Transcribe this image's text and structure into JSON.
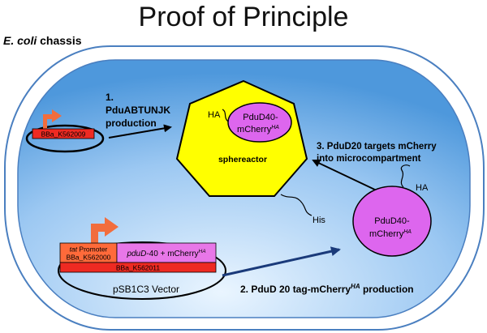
{
  "title": "Proof of Principle",
  "chassis": {
    "organism": "E. coli",
    "word": "chassis"
  },
  "step1": {
    "number": "1.",
    "line1": "PduABTUNJK",
    "line2": "production"
  },
  "step2": {
    "prefix": "2. PduD 20 tag-mCherry",
    "sup": "HA",
    "suffix": " production"
  },
  "step3": {
    "line1": "3. PduD20 targets mCherry",
    "line2": "into microcompartment"
  },
  "plasmid1": {
    "part": "BBa_K562009"
  },
  "plasmid2": {
    "promoter_italic": "tat",
    "promoter_rest": " Promoter",
    "promoter_part": "BBa_K562000",
    "gene_italic": "pduD",
    "gene_rest": "-40 + mCherry",
    "gene_sup": "HA",
    "part": "BBa_K562011",
    "vector": "pSB1C3 Vector"
  },
  "sphereactor": {
    "label": "sphereactor",
    "ha_tag": "HA",
    "his_tag": "His",
    "inner_line1": "PduD40-",
    "inner_line2_base": "mCherry",
    "inner_line2_sup": "HA"
  },
  "free_protein": {
    "line1": "PduD40-",
    "line2_base": "mCherry",
    "line2_sup": "HA",
    "ha_tag": "HA"
  },
  "colors": {
    "cell_fill_light": "#e6f4ff",
    "cell_fill_dark": "#3f8fd8",
    "sphereactor": "#ffff00",
    "protein": "#dd66ee",
    "promoter_arrow": "#f26d3d",
    "part_red": "#ee2a22",
    "promoter_box": "#ff6a3a"
  }
}
